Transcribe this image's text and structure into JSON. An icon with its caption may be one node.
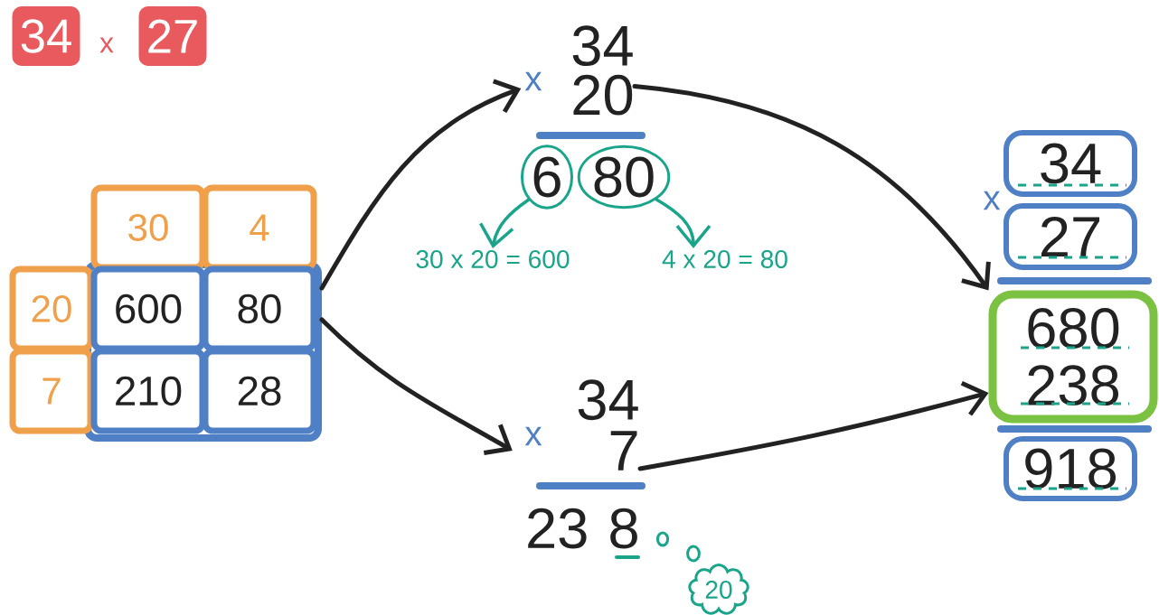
{
  "diagram": {
    "nodes": [
      {
        "text": [
          "34"
        ]
      },
      {
        "text": [
          "27"
        ]
      },
      {
        "text": [
          "30"
        ]
      },
      {
        "text": [
          "4"
        ]
      },
      {
        "text": [
          "20"
        ]
      },
      {
        "text": [],
        "shape": "box"
      },
      {
        "text": [
          "600"
        ],
        "in": 5
      },
      {
        "text": [
          "80"
        ],
        "in": 5
      },
      {
        "text": [
          "7"
        ]
      },
      {
        "text": [
          "210"
        ],
        "in": 5
      },
      {
        "text": [
          "28"
        ],
        "in": 5
      },
      {
        "text": [
          "34",
          "20"
        ]
      },
      {
        "text": [
          "6"
        ]
      },
      {
        "text": [
          "80"
        ]
      },
      {
        "text": [
          "30 x 20 = 600"
        ]
      },
      {
        "text": [
          "4 x 20 = 80"
        ]
      },
      {
        "text": [
          "34",
          "7",
          "23 8"
        ]
      },
      {
        "text": [
          "20"
        ]
      },
      {
        "text": [
          "34"
        ]
      },
      {
        "text": [
          "27"
        ]
      },
      {
        "text": [
          "680",
          "238"
        ]
      },
      {
        "text": [
          "918"
        ]
      }
    ],
    "edges": [
      {
        "from": 5,
        "to": 11,
        "arrow": "to"
      },
      {
        "from": 5,
        "to": 16,
        "arrow": "to"
      },
      {
        "from": 12,
        "to": 14,
        "arrow": "to",
        "color": "#1aa58a"
      },
      {
        "from": 13,
        "to": 15,
        "arrow": "to",
        "color": "#1aa58a"
      },
      {
        "from": 11,
        "to": 20,
        "arrow": "to"
      },
      {
        "from": 16,
        "to": 20,
        "arrow": "to"
      }
    ],
    "labels": [
      "x",
      "x",
      "x",
      "x"
    ]
  }
}
